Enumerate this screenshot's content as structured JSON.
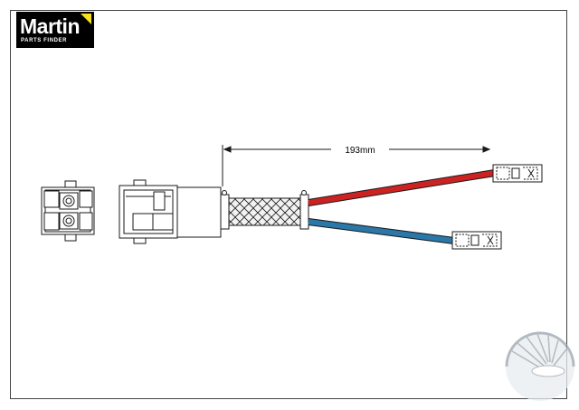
{
  "logo": {
    "brand": "Martin",
    "tagline": "PARTS FINDER",
    "accent_color": "#f5e021"
  },
  "diagram": {
    "dimension_label": "193mm",
    "colors": {
      "line": "#1a1a1a",
      "red_wire": "#cc2222",
      "blue_wire": "#2a77a8",
      "braid_fill": "#f2f2f2",
      "watermark": "#9aa4ad"
    }
  }
}
